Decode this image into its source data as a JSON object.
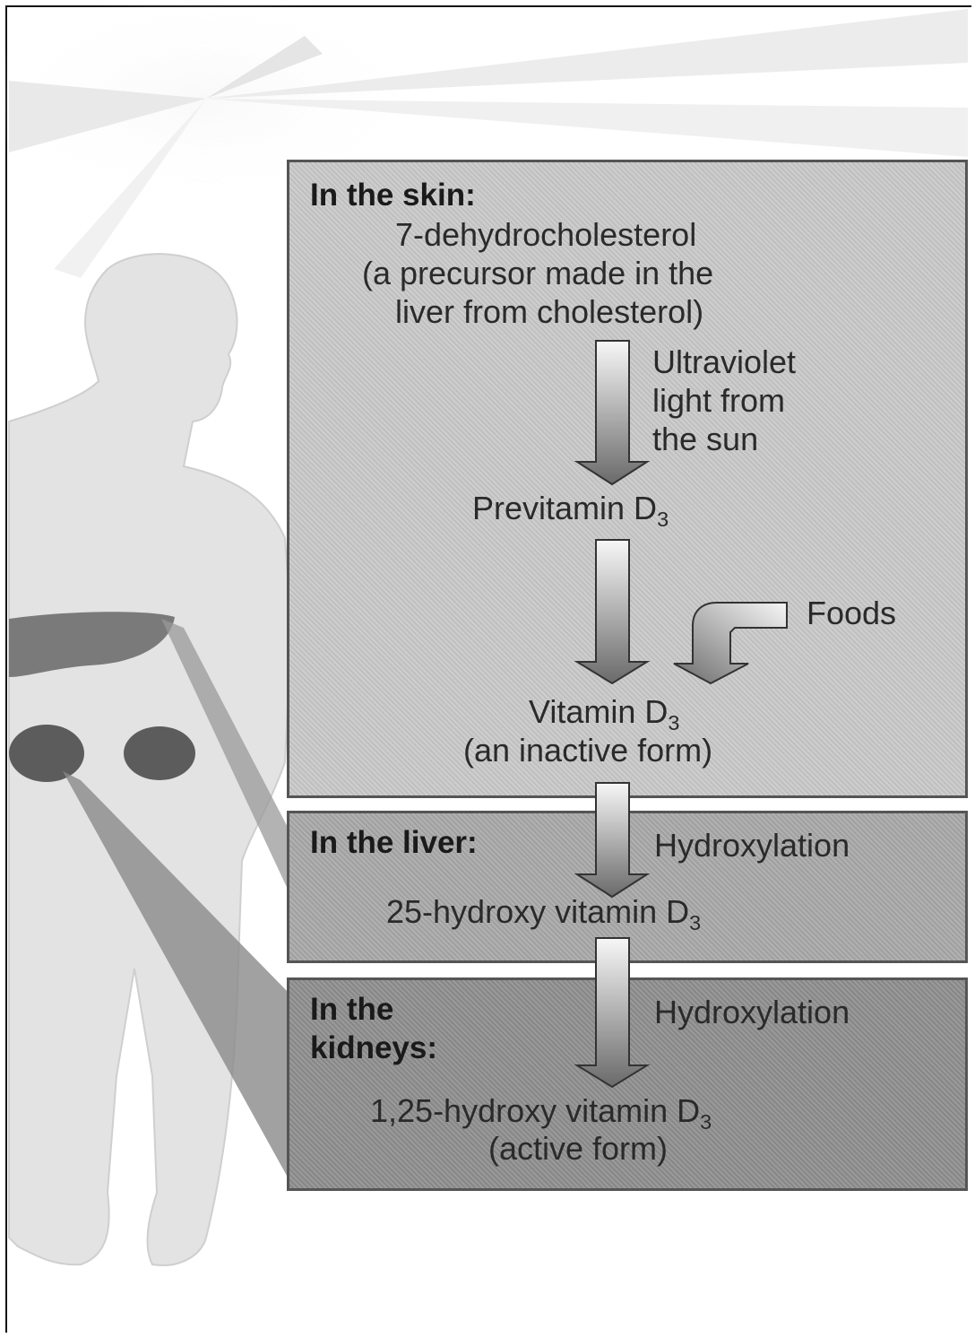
{
  "skin": {
    "heading": "In the skin:",
    "precursor_line1": "7-dehydrocholesterol",
    "precursor_line2": "(a precursor made in the",
    "precursor_line3": "liver from cholesterol)",
    "uv_line1": "Ultraviolet",
    "uv_line2": "light from",
    "uv_line3": "the sun",
    "previtamin": "Previtamin D",
    "previtamin_sub": "3",
    "foods": "Foods",
    "vitamin": "Vitamin D",
    "vitamin_sub": "3",
    "vitamin_note": "(an inactive form)"
  },
  "liver": {
    "heading": "In the liver:",
    "process": "Hydroxylation",
    "product": "25-hydroxy vitamin D",
    "product_sub": "3"
  },
  "kidneys": {
    "heading_line1": "In the",
    "heading_line2": "kidneys:",
    "process": "Hydroxylation",
    "product": "1,25-hydroxy vitamin D",
    "product_sub": "3",
    "product_note": "(active form)"
  },
  "colors": {
    "skin_panel": "#c9c9c9",
    "liver_panel": "#a8a8a8",
    "kidney_panel": "#8e8e8e",
    "figure": "#e2e2e2",
    "organ": "#6a6a6a"
  }
}
